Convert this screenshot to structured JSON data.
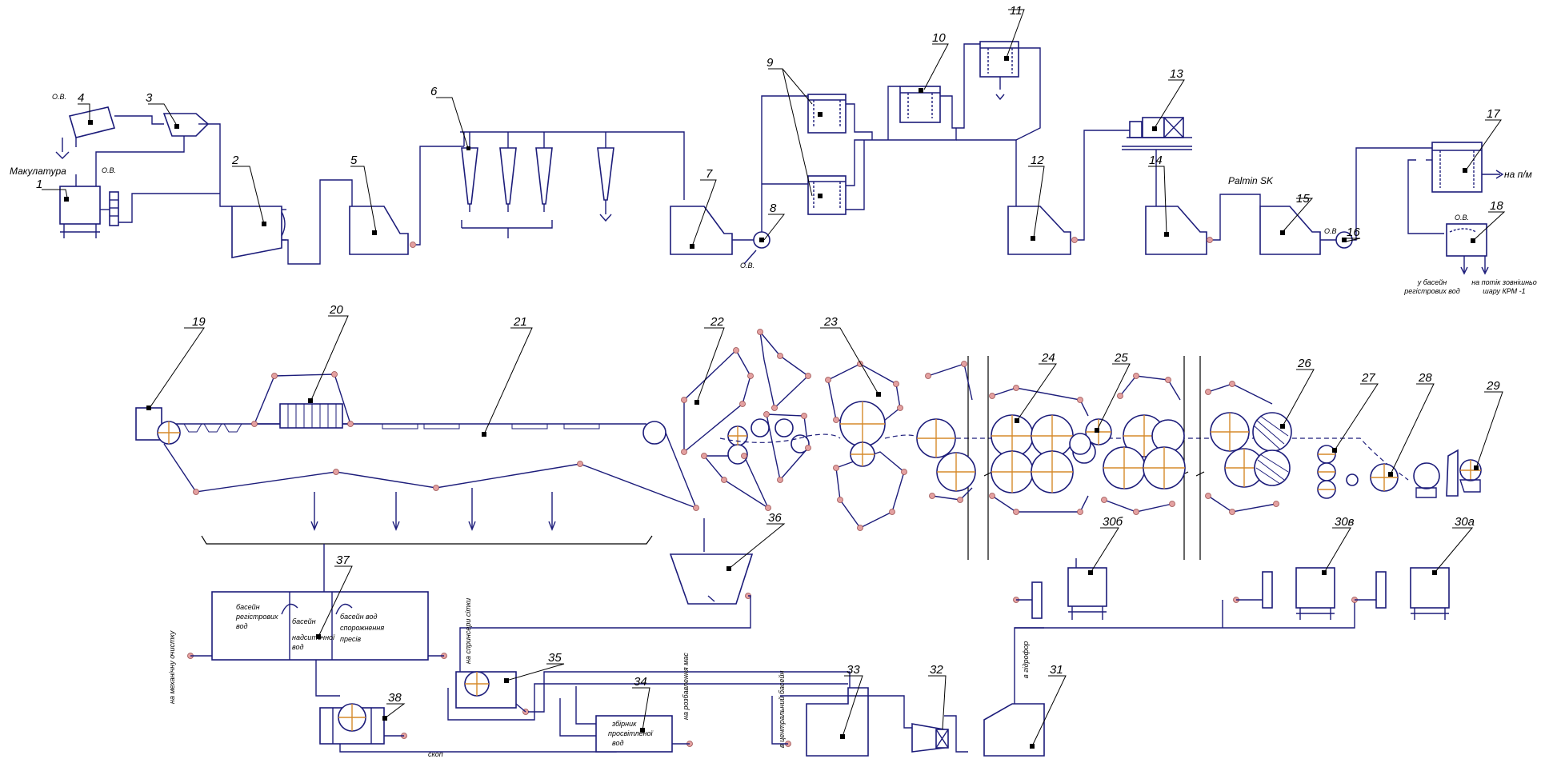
{
  "callouts": [
    "1",
    "2",
    "3",
    "4",
    "5",
    "6",
    "7",
    "8",
    "9",
    "10",
    "11",
    "12",
    "13",
    "14",
    "15",
    "16",
    "17",
    "18",
    "19",
    "20",
    "21",
    "22",
    "23",
    "24",
    "25",
    "26",
    "27",
    "28",
    "29",
    "30б",
    "30в",
    "30а",
    "31",
    "32",
    "33",
    "34",
    "35",
    "36",
    "37",
    "38"
  ],
  "labels": {
    "makulatura": "Макулатура",
    "ov_4": "О.В.",
    "ov_1": "О.В.",
    "ov_8": "О.В.",
    "ov_15": "О.В",
    "ov_18": "О.В.",
    "palmin": "Palmin SK",
    "na_pm": "на п/м",
    "v_basein_1": "у басейн",
    "v_basein_2": "регістрових вод",
    "na_potik_1": "на потік зовнішньо",
    "na_potik_2": "шару КРМ -1",
    "tank37_a1": "басейн",
    "tank37_a2": "регістрових",
    "tank37_a3": "вод",
    "tank37_b1": "басейн",
    "tank37_b2": "надситочної",
    "tank37_b3": "вод",
    "tank37_c1": "басейн вод",
    "tank37_c2": "спорожнення",
    "tank37_c3": "пресів",
    "tank34_1": "збірник",
    "tank34_2": "просвітленої",
    "tank34_3": "вод",
    "sklo": "скоп",
    "v_left": "на механічну очистку",
    "v_35": "на спринсери сітки",
    "v_34": "на розбавлення мас",
    "v_33": "в центральний басейн",
    "v_31": "в гідрофор"
  }
}
